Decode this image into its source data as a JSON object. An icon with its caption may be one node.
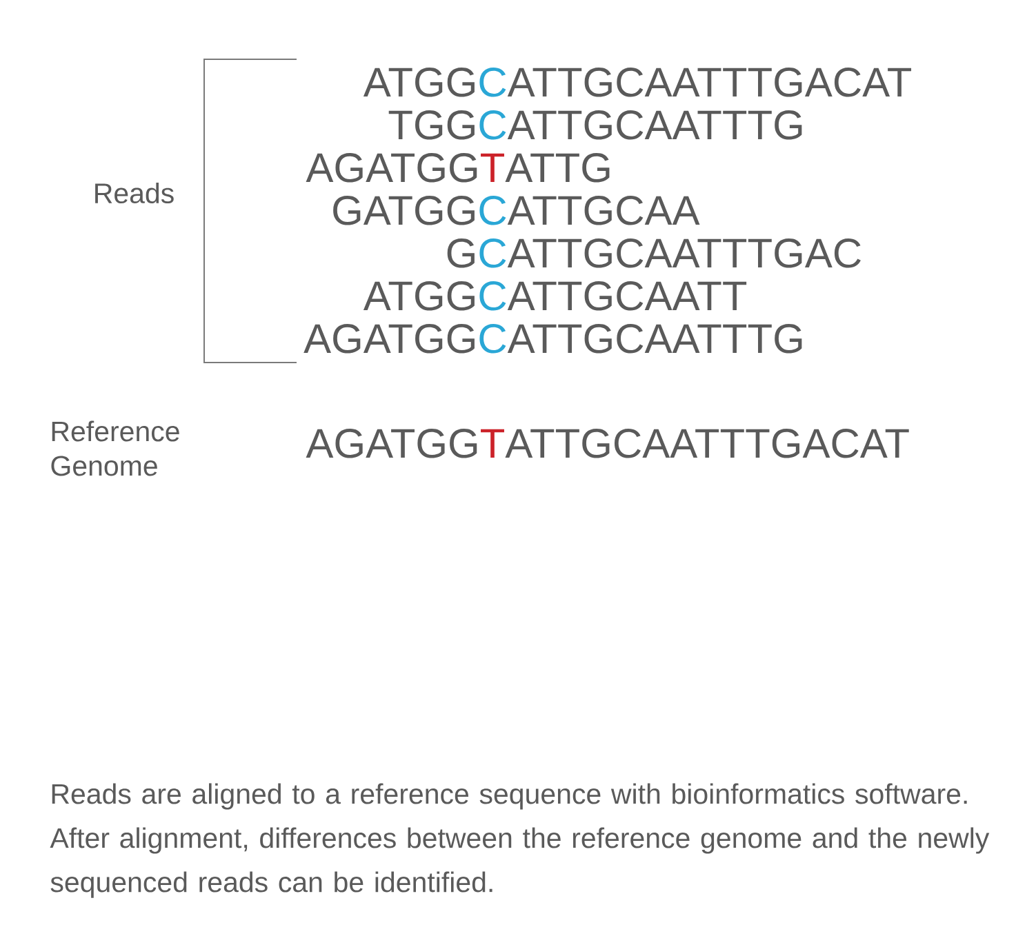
{
  "diagram": {
    "caption": "Reads are aligned to a reference sequence with bioinformatics software. After alignment, differences between the reference genome and the newly sequenced reads can be identified.",
    "labels": [
      "Reads",
      "ATGG",
      "C",
      "ATTGCAATTTGACAT",
      "TGG",
      "C",
      "ATTGCAATTTG",
      "AGATGG",
      "T",
      "ATTG",
      "GATGG",
      "C",
      "ATTGCAA",
      "G",
      "C",
      "ATTGCAATTTGAC",
      "ATGG",
      "C",
      "ATTGCAATT",
      "AGATGG",
      "C",
      "ATTGCAATTTG",
      "Reference Genome",
      "AGATGG",
      "T",
      "ATTGCAATTTGACAT"
    ]
  }
}
